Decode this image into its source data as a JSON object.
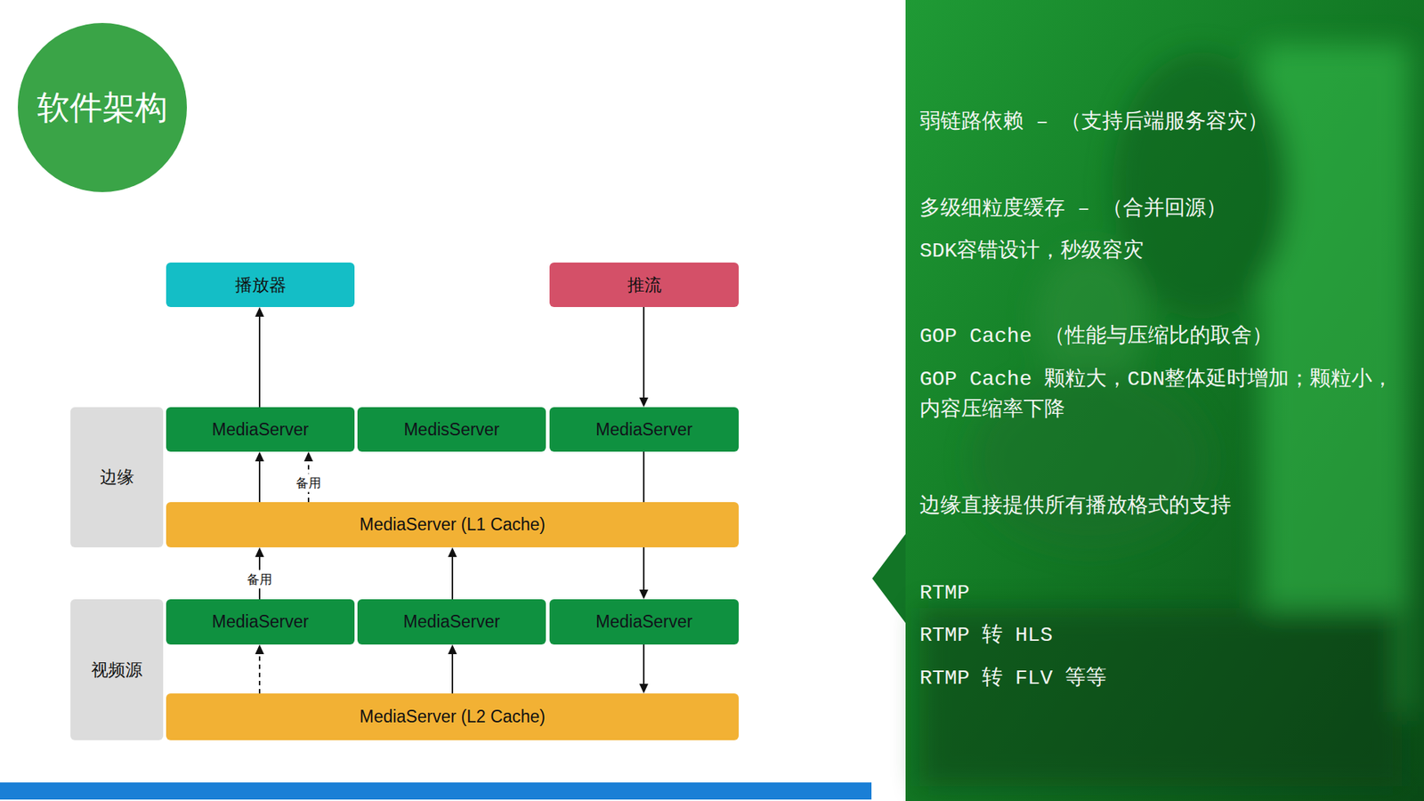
{
  "diagram": {
    "nodes": [
      {
        "text": [
          "软件架构"
        ]
      },
      {
        "text": [
          "播放器"
        ]
      },
      {
        "text": [
          "推流"
        ]
      },
      {
        "text": [
          "边缘"
        ]
      },
      {
        "text": [
          "MediaServer"
        ]
      },
      {
        "text": [
          "MedisServer"
        ]
      },
      {
        "text": [
          "MediaServer"
        ]
      },
      {
        "text": [
          "MediaServer (L1 Cache)"
        ]
      },
      {
        "text": [
          "视频源"
        ]
      },
      {
        "text": [
          "MediaServer"
        ]
      },
      {
        "text": [
          "MediaServer"
        ]
      },
      {
        "text": [
          "MediaServer"
        ]
      },
      {
        "text": [
          "MediaServer (L2 Cache)"
        ]
      }
    ],
    "edges": [
      {
        "from": 4,
        "to": 1,
        "arrow": "to"
      },
      {
        "from": 2,
        "to": 6,
        "arrow": "to"
      },
      {
        "from": 7,
        "to": 4,
        "arrow": "to"
      },
      {
        "from": 7,
        "to": 4,
        "label": "备用",
        "arrow": "to"
      },
      {
        "from": 6,
        "to": 11,
        "arrow": "to"
      },
      {
        "from": 9,
        "to": 7,
        "label": "备用",
        "arrow": "to"
      },
      {
        "from": 10,
        "to": 7,
        "arrow": "to"
      },
      {
        "from": 12,
        "to": 9,
        "arrow": "to"
      },
      {
        "from": 12,
        "to": 10,
        "arrow": "to"
      },
      {
        "from": 11,
        "to": 12,
        "arrow": "to"
      }
    ],
    "labels": [
      "弱链路依赖 – （支持后端服务容灾）",
      "多级细粒度缓存 – （合并回源）",
      "SDK容错设计，秒级容灾",
      "GOP Cache （性能与压缩比的取舍）",
      "GOP Cache 颗粒大，CDN整体延时增加；颗粒小，内容压缩率下降",
      "边缘直接提供所有播放格式的支持",
      "RTMP",
      "RTMP 转 HLS",
      "RTMP 转 FLV 等等"
    ]
  }
}
